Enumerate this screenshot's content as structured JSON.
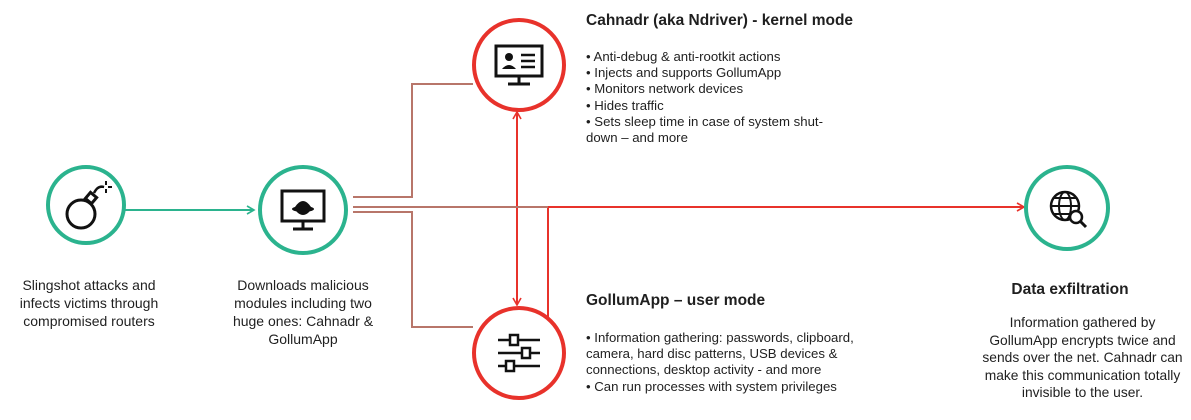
{
  "colors": {
    "green": "#2bb38e",
    "red": "#e8322b",
    "brown": "#b8766a",
    "text": "#1f1f1f"
  },
  "icons": {
    "slingshot": "bomb-icon",
    "download": "monitor-spy-icon",
    "cahnadr": "monitor-id-card-icon",
    "gollumapp": "sliders-icon",
    "exfiltration": "globe-search-icon"
  },
  "slingshot": {
    "text": "Slingshot attacks and infects victims through compromised routers"
  },
  "download": {
    "text": "Downloads malicious modules including two huge ones: Cahnadr & GollumApp"
  },
  "cahnadr": {
    "title": "Cahnadr (aka Ndriver) - kernel mode",
    "bullets": [
      "• Anti-debug & anti-rootkit actions",
      "• Injects and supports GollumApp",
      "• Monitors network devices",
      "• Hides traffic",
      "• Sets sleep time in case of system shut-down – and more"
    ]
  },
  "gollumapp": {
    "title": "GollumApp – user mode",
    "bullets": [
      "• Information gathering: passwords, clipboard, camera, hard disc patterns, USB devices & connections, desktop activity - and more",
      "• Can run processes with system privileges"
    ]
  },
  "exfiltration": {
    "title": "Data exfiltration",
    "text": "Information gathered by GollumApp encrypts twice and sends over the net. Cahnadr can make this communication totally invisible to the user."
  }
}
